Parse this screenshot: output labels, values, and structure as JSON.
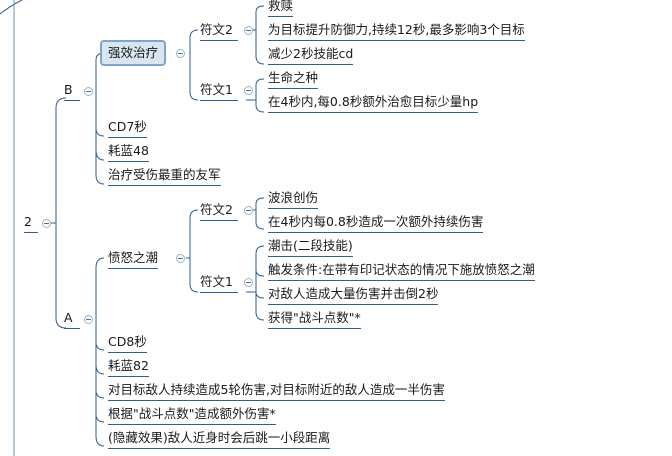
{
  "root": {
    "label": "2"
  },
  "B": {
    "label": "B",
    "skill": "强效治疗",
    "rune2": {
      "label": "符文2",
      "items": [
        "救赎",
        "为目标提升防御力,持续12秒,最多影响3个目标",
        "减少2秒技能cd"
      ]
    },
    "rune1": {
      "label": "符文1",
      "items": [
        "生命之种",
        "在4秒内,每0.8秒额外治愈目标少量hp"
      ]
    },
    "cd": "CD7秒",
    "cost": "耗蓝48",
    "desc": "治疗受伤最重的友军"
  },
  "A": {
    "label": "A",
    "skill": "愤怒之潮",
    "rune2": {
      "label": "符文2",
      "items": [
        "波浪创伤",
        "在4秒内每0.8秒造成一次额外持续伤害"
      ]
    },
    "rune1": {
      "label": "符文1",
      "items": [
        "潮击(二段技能)",
        "触发条件:在带有印记状态的情况下施放愤怒之潮",
        "对敌人造成大量伤害并击倒2秒",
        "获得\"战斗点数\"*"
      ]
    },
    "cd": "CD8秒",
    "cost": "耗蓝82",
    "desc1": "对目标敌人持续造成5轮伤害,对目标附近的敌人造成一半伤害",
    "desc2": "根据\"战斗点数\"造成额外伤害*",
    "desc3": "(隐藏效果)敌人近身时会后跳一小段距离"
  },
  "colors": {
    "line": "#2d5f8f",
    "selected_bg": "#d9e6f1",
    "selected_border": "#7fa6c8"
  }
}
